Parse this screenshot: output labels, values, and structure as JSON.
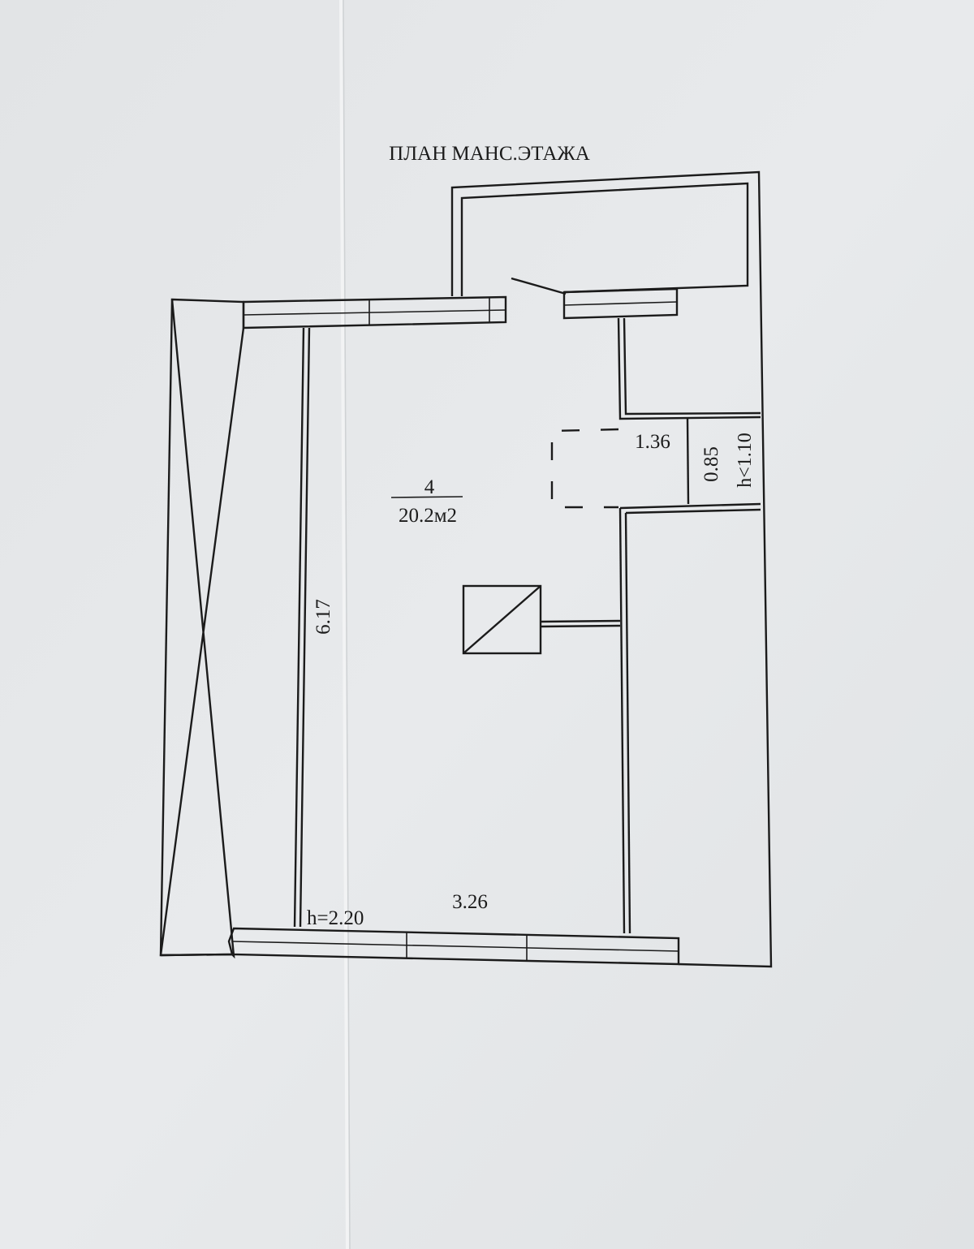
{
  "plan": {
    "title": "ПЛАН МАНС.ЭТАЖА",
    "room": {
      "number": "4",
      "area": "20.2м2"
    },
    "dimensions": {
      "left_wall_length": "6.17",
      "bottom_width": "3.26",
      "ceiling_height": "h=2.20",
      "niche_width": "1.36",
      "niche_depth": "0.85",
      "niche_height": "h<1.10"
    }
  },
  "colors": {
    "paper": "#e4e6e8",
    "ink": "#1b1b1b"
  }
}
